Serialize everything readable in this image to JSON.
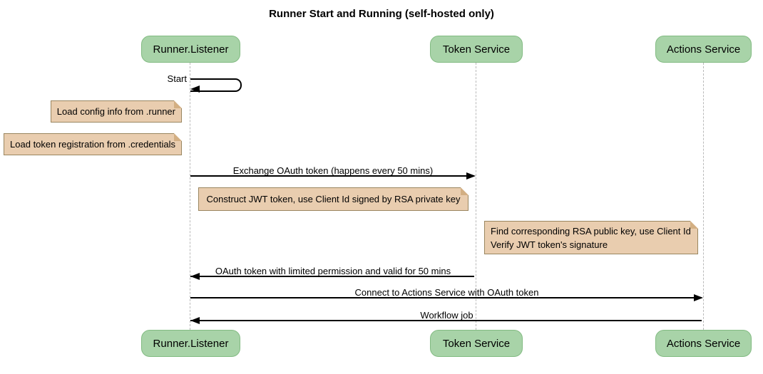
{
  "title": "Runner Start and Running (self-hosted only)",
  "participants": [
    {
      "label": "Runner.Listener"
    },
    {
      "label": "Token Service"
    },
    {
      "label": "Actions Service"
    }
  ],
  "messages": [
    {
      "label": "Start",
      "type": "self",
      "on": "Runner.Listener"
    },
    {
      "label": "Exchange OAuth token (happens every 50 mins)",
      "from": "Runner.Listener",
      "to": "Token Service"
    },
    {
      "label": "OAuth token with limited permission and valid for 50 mins",
      "from": "Token Service",
      "to": "Runner.Listener"
    },
    {
      "label": "Connect to Actions Service with OAuth token",
      "from": "Runner.Listener",
      "to": "Actions Service"
    },
    {
      "label": "Workflow job",
      "from": "Actions Service",
      "to": "Runner.Listener"
    }
  ],
  "notes": [
    {
      "text": "Load config info from .runner"
    },
    {
      "text": "Load token registration from .credentials"
    },
    {
      "text": "Construct JWT token, use Client Id signed by RSA private key"
    },
    {
      "lines": [
        "Find corresponding RSA public key, use Client Id",
        "Verify JWT token's signature"
      ]
    }
  ],
  "colors": {
    "participant_fill": "#a8d3a8",
    "participant_border": "#82bb82",
    "note_fill": "#e9cdaf",
    "note_border": "#9a8660",
    "lifeline": "#b9b9b9",
    "message_line": "#000000",
    "background": "#ffffff"
  }
}
